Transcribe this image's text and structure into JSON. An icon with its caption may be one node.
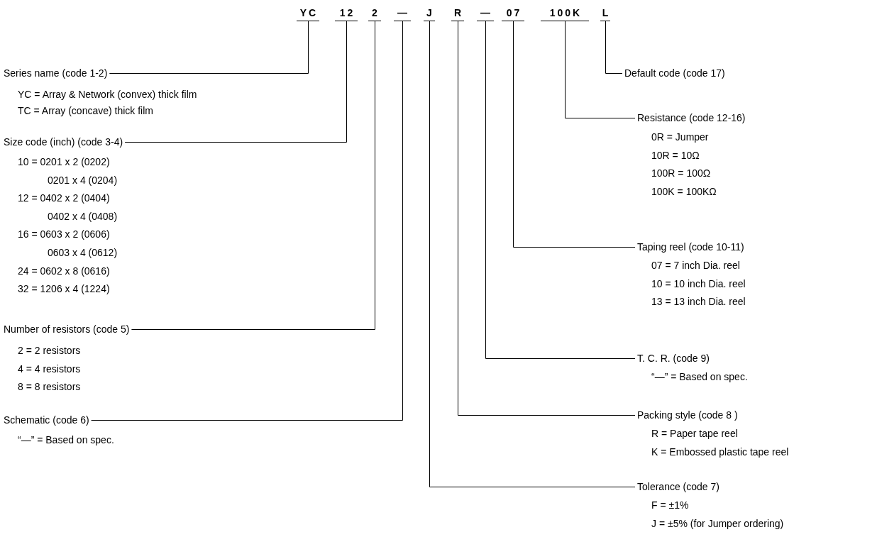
{
  "diagram": {
    "nodes": [
      {
        "text": [
          "YC"
        ]
      },
      {
        "text": [
          "12"
        ]
      },
      {
        "text": [
          "2"
        ]
      },
      {
        "text": [
          "—"
        ]
      },
      {
        "text": [
          "J"
        ]
      },
      {
        "text": [
          "R"
        ]
      },
      {
        "text": [
          "—"
        ]
      },
      {
        "text": [
          "07"
        ]
      },
      {
        "text": [
          "100K"
        ]
      },
      {
        "text": [
          "L"
        ]
      },
      {
        "text": [
          "Series name (code 1-2)",
          "YC = Array & Network (convex) thick film",
          "TC = Array (concave) thick film"
        ]
      },
      {
        "text": [
          "Size code (inch) (code 3-4)",
          "10 = 0201 x 2 (0202)",
          "0201 x 4 (0204)",
          "12 = 0402 x 2 (0404)",
          "0402 x 4 (0408)",
          "16 = 0603 x 2 (0606)",
          "0603 x 4 (0612)",
          "24 = 0602 x 8 (0616)",
          "32 = 1206 x 4 (1224)"
        ]
      },
      {
        "text": [
          "Number of resistors (code 5)",
          "2 = 2 resistors",
          "4 = 4 resistors",
          "8 = 8 resistors"
        ]
      },
      {
        "text": [
          "Schematic (code 6)",
          "“—” = Based on spec."
        ]
      },
      {
        "text": [
          "Default code (code 17)"
        ]
      },
      {
        "text": [
          "Resistance (code 12-16)",
          "0R = Jumper",
          "10R = 10Ω",
          "100R = 100Ω",
          "100K = 100KΩ"
        ]
      },
      {
        "text": [
          "Taping reel (code 10-11)",
          "07 = 7 inch Dia. reel",
          "10 = 10 inch Dia. reel",
          "13 = 13 inch Dia. reel"
        ]
      },
      {
        "text": [
          "T. C. R. (code 9)",
          "“—” = Based on spec."
        ]
      },
      {
        "text": [
          "Packing style (code 8 )",
          "R = Paper tape reel",
          "K = Embossed plastic tape reel"
        ]
      },
      {
        "text": [
          "Tolerance (code 7)",
          "F = ±1%",
          "J = ±5% (for Jumper ordering)"
        ]
      }
    ],
    "edges": [
      {
        "from": 0,
        "to": 10,
        "arrow": "none"
      },
      {
        "from": 1,
        "to": 11,
        "arrow": "none"
      },
      {
        "from": 2,
        "to": 12,
        "arrow": "none"
      },
      {
        "from": 3,
        "to": 13,
        "arrow": "none"
      },
      {
        "from": 9,
        "to": 14,
        "arrow": "none"
      },
      {
        "from": 8,
        "to": 15,
        "arrow": "none"
      },
      {
        "from": 7,
        "to": 16,
        "arrow": "none"
      },
      {
        "from": 6,
        "to": 17,
        "arrow": "none"
      },
      {
        "from": 5,
        "to": 18,
        "arrow": "none"
      },
      {
        "from": 4,
        "to": 19,
        "arrow": "none"
      }
    ]
  }
}
